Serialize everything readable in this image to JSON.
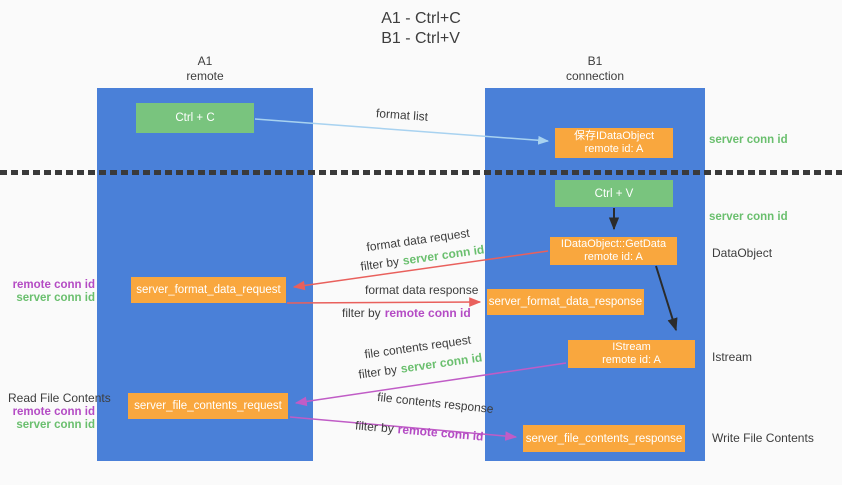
{
  "title": {
    "line1": "A1 - Ctrl+C",
    "line2": "B1 - Ctrl+V"
  },
  "columns": {
    "a1": {
      "name": "A1",
      "role": "remote"
    },
    "b1": {
      "name": "B1",
      "role": "connection"
    }
  },
  "nodes": {
    "ctrl_c": "Ctrl + C",
    "ctrl_v": "Ctrl + V",
    "save_idataobject": {
      "line1": "保存IDataObject",
      "line2": "remote id: A"
    },
    "idataobject_getdata": {
      "line1": "IDataObject::GetData",
      "line2": "remote id: A"
    },
    "istream": {
      "line1": "IStream",
      "line2": "remote id: A"
    },
    "server_format_data_request": "server_format_data_request",
    "server_format_data_response": "server_format_data_response",
    "server_file_contents_request": "server_file_contents_request",
    "server_file_contents_response": "server_file_contents_response"
  },
  "arrow_labels": {
    "format_list": "format list",
    "format_data_request": "format data request",
    "format_data_response": "format data response",
    "file_contents_request": "file contents request",
    "file_contents_response": "file contents response",
    "filter_by": "filter by",
    "server_conn_id": "server conn id",
    "remote_conn_id": "remote conn id"
  },
  "side_labels": {
    "server_conn_id": "server conn id",
    "remote_conn_id": "remote conn id",
    "dataobject": "DataObject",
    "istream": "Istream",
    "read_file_contents": "Read File Contents",
    "write_file_contents": "Write File Contents"
  },
  "colors": {
    "background": "#fafafa",
    "lifeline_blue": "#4a80d8",
    "node_green": "#79c47e",
    "node_orange": "#f9a73e",
    "arrow_red": "#e9605c",
    "arrow_magenta": "#c05cc6",
    "arrow_light_blue": "#a8d2f0",
    "arrow_black": "#2b2b2b",
    "label_green": "#6abf6e",
    "label_purple": "#b44bc4",
    "text_dark": "#3d3d3d"
  }
}
